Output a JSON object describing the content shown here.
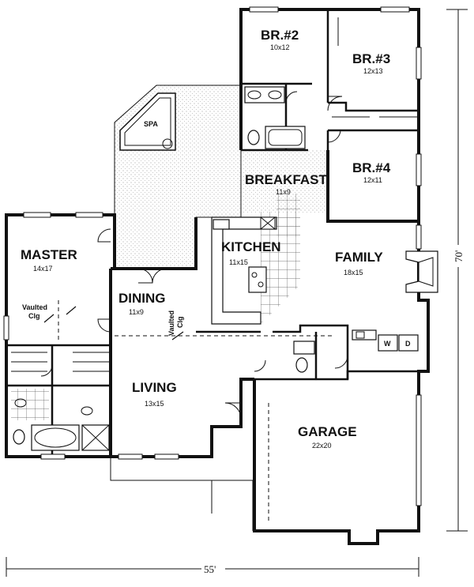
{
  "rooms": {
    "br2": {
      "name": "BR.#2",
      "size": "10x12"
    },
    "br3": {
      "name": "BR.#3",
      "size": "12x13"
    },
    "br4": {
      "name": "BR.#4",
      "size": "12x11"
    },
    "spa": {
      "name": "SPA"
    },
    "breakfast": {
      "name": "BREAKFAST",
      "size": "11x9"
    },
    "kitchen": {
      "name": "KITCHEN",
      "size": "11x15"
    },
    "master": {
      "name": "MASTER",
      "size": "14x17"
    },
    "family": {
      "name": "FAMILY",
      "size": "18x15"
    },
    "dining": {
      "name": "DINING",
      "size": "11x9"
    },
    "living": {
      "name": "LIVING",
      "size": "13x15"
    },
    "garage": {
      "name": "GARAGE",
      "size": "22x20"
    }
  },
  "notes": {
    "master_vaulted": "Vaulted",
    "master_clg": "Clg",
    "dining_vaulted": "Vaulted",
    "dining_clg": "Clg",
    "washer": "W",
    "dryer": "D"
  },
  "dimensions": {
    "width": "55'",
    "depth": "70'"
  }
}
